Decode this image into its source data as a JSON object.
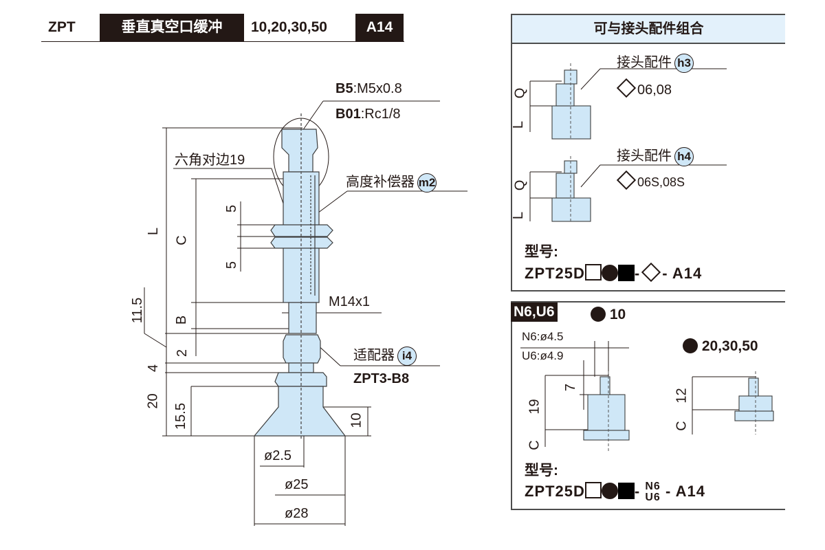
{
  "header": {
    "series": "ZPT",
    "title": "垂直真空口缓冲",
    "sizes": "10,20,30,50",
    "code": "A14"
  },
  "main_drawing": {
    "port_b5_code": "B5",
    "port_b5_spec": ":M5x0.8",
    "port_b01_code": "B01",
    "port_b01_spec": ":Rc1/8",
    "hex_label": "六角对边19",
    "compensator_label": "高度补偿器",
    "compensator_ref": "m2",
    "thread_label": "M14x1",
    "adapter_label": "适配器",
    "adapter_ref": "i4",
    "adapter_model": "ZPT3-B8",
    "dims": {
      "L": "L",
      "C": "C",
      "B": "B",
      "nut_top": "5",
      "nut_bottom": "5",
      "d11_5": "11.5",
      "d2": "2",
      "d4": "4",
      "d20": "20",
      "d15_5": "15.5",
      "d10": "10",
      "dia2_5": "ø2.5",
      "dia25": "ø25",
      "dia28": "ø28"
    }
  },
  "fitting_panel": {
    "title": "可与接头配件组合",
    "h3": {
      "label": "接头配件",
      "ref": "h3",
      "options": "06,08",
      "dim_q": "Q",
      "dim_l": "L"
    },
    "h4": {
      "label": "接头配件",
      "ref": "h4",
      "options": "06S,08S",
      "dim_q": "Q",
      "dim_l": "L"
    },
    "model_label": "型号:",
    "model_prefix": "ZPT25D",
    "model_sep": "-",
    "model_suffix": "- A14"
  },
  "barb_panel": {
    "tag": "N6,U6",
    "size_small": "10",
    "size_large": "20,30,50",
    "n6_dia": "N6:ø4.5",
    "u6_dia": "U6:ø4.9",
    "dim_7": "7",
    "dim_19": "19",
    "dim_12": "12",
    "dim_c": "C",
    "model_label": "型号:",
    "model_prefix": "ZPT25D",
    "model_sep": "-",
    "frac_top": "N6",
    "frac_bottom": "U6",
    "model_suffix": "- A14"
  }
}
